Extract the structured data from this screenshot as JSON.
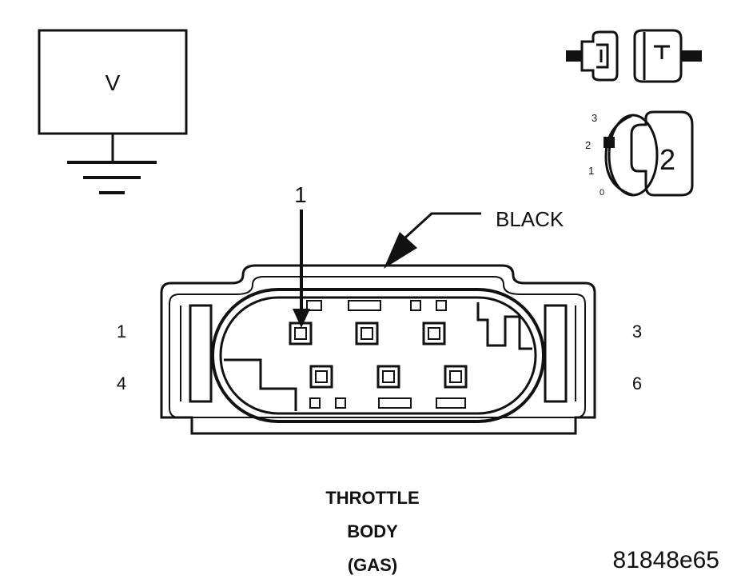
{
  "meter": {
    "symbol": "V"
  },
  "connector_icon": {
    "name": "connector-disconnect-icon"
  },
  "ignition_icon": {
    "name": "ignition-switch-icon",
    "positions": [
      "3",
      "2",
      "1",
      "0"
    ],
    "selected": "2"
  },
  "pin_callout": {
    "label": "1"
  },
  "color_callout": {
    "label": "BLACK"
  },
  "pins": {
    "top_left": "1",
    "top_right": "3",
    "bottom_left": "4",
    "bottom_right": "6"
  },
  "title": {
    "line1": "THROTTLE",
    "line2": "BODY",
    "line3": "(GAS)"
  },
  "figure_id": "81848e65"
}
